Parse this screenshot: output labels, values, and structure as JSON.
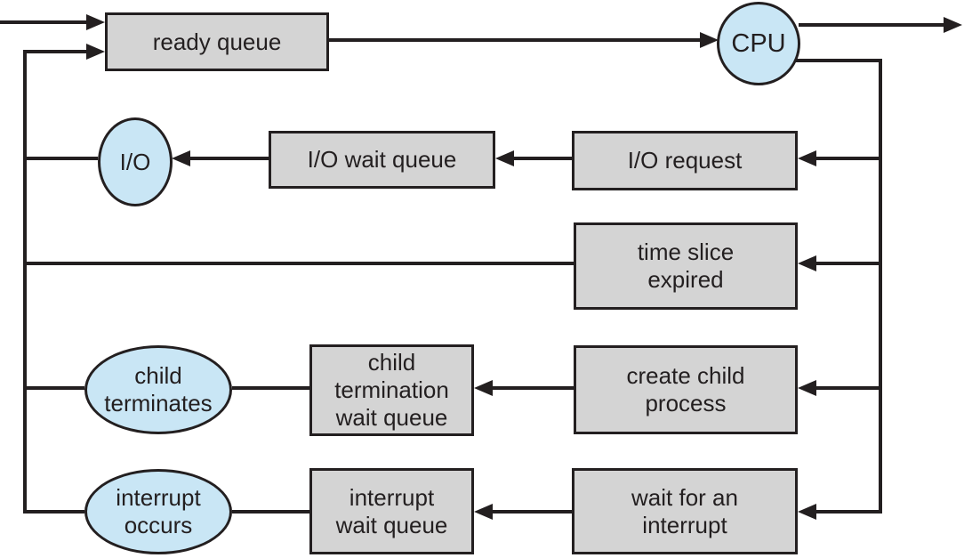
{
  "colors": {
    "queue_box_fill": "#d4d4d4",
    "resource_fill": "#c9e6f5",
    "line_color": "#231f20",
    "background": "#ffffff"
  },
  "nodes": {
    "ready_queue": {
      "label": "ready queue",
      "shape": "rect"
    },
    "cpu": {
      "label": "CPU",
      "shape": "circle"
    },
    "io": {
      "label": "I/O",
      "shape": "circle"
    },
    "io_wait_queue": {
      "label": "I/O wait queue",
      "shape": "rect"
    },
    "io_request": {
      "label": "I/O request",
      "shape": "rect"
    },
    "time_slice_expired": {
      "label": "time slice\nexpired",
      "shape": "rect"
    },
    "child_terminates": {
      "label": "child\nterminates",
      "shape": "ellipse"
    },
    "child_termination_wait_queue": {
      "label": "child\ntermination\nwait queue",
      "shape": "rect"
    },
    "create_child_process": {
      "label": "create child\nprocess",
      "shape": "rect"
    },
    "interrupt_occurs": {
      "label": "interrupt\noccurs",
      "shape": "ellipse"
    },
    "interrupt_wait_queue": {
      "label": "interrupt\nwait queue",
      "shape": "rect"
    },
    "wait_for_an_interrupt": {
      "label": "wait for an\ninterrupt",
      "shape": "rect"
    }
  },
  "edges": [
    {
      "from": "external",
      "to": "ready_queue",
      "arrow": true
    },
    {
      "from": "ready_queue",
      "to": "cpu",
      "arrow": true
    },
    {
      "from": "cpu",
      "to": "exit",
      "arrow": true
    },
    {
      "from": "cpu",
      "to": "io_request",
      "arrow": true
    },
    {
      "from": "cpu",
      "to": "time_slice_expired",
      "arrow": true
    },
    {
      "from": "cpu",
      "to": "create_child_process",
      "arrow": true
    },
    {
      "from": "cpu",
      "to": "wait_for_an_interrupt",
      "arrow": true
    },
    {
      "from": "io_request",
      "to": "io_wait_queue",
      "arrow": true
    },
    {
      "from": "io_wait_queue",
      "to": "io",
      "arrow": true
    },
    {
      "from": "io",
      "to": "ready_queue",
      "arrow": true
    },
    {
      "from": "time_slice_expired",
      "to": "ready_queue",
      "arrow": true
    },
    {
      "from": "create_child_process",
      "to": "child_termination_wait_queue",
      "arrow": true
    },
    {
      "from": "child_termination_wait_queue",
      "to": "child_terminates",
      "arrow": false
    },
    {
      "from": "child_terminates",
      "to": "ready_queue",
      "arrow": true
    },
    {
      "from": "wait_for_an_interrupt",
      "to": "interrupt_wait_queue",
      "arrow": true
    },
    {
      "from": "interrupt_wait_queue",
      "to": "interrupt_occurs",
      "arrow": false
    },
    {
      "from": "interrupt_occurs",
      "to": "ready_queue",
      "arrow": true
    }
  ]
}
